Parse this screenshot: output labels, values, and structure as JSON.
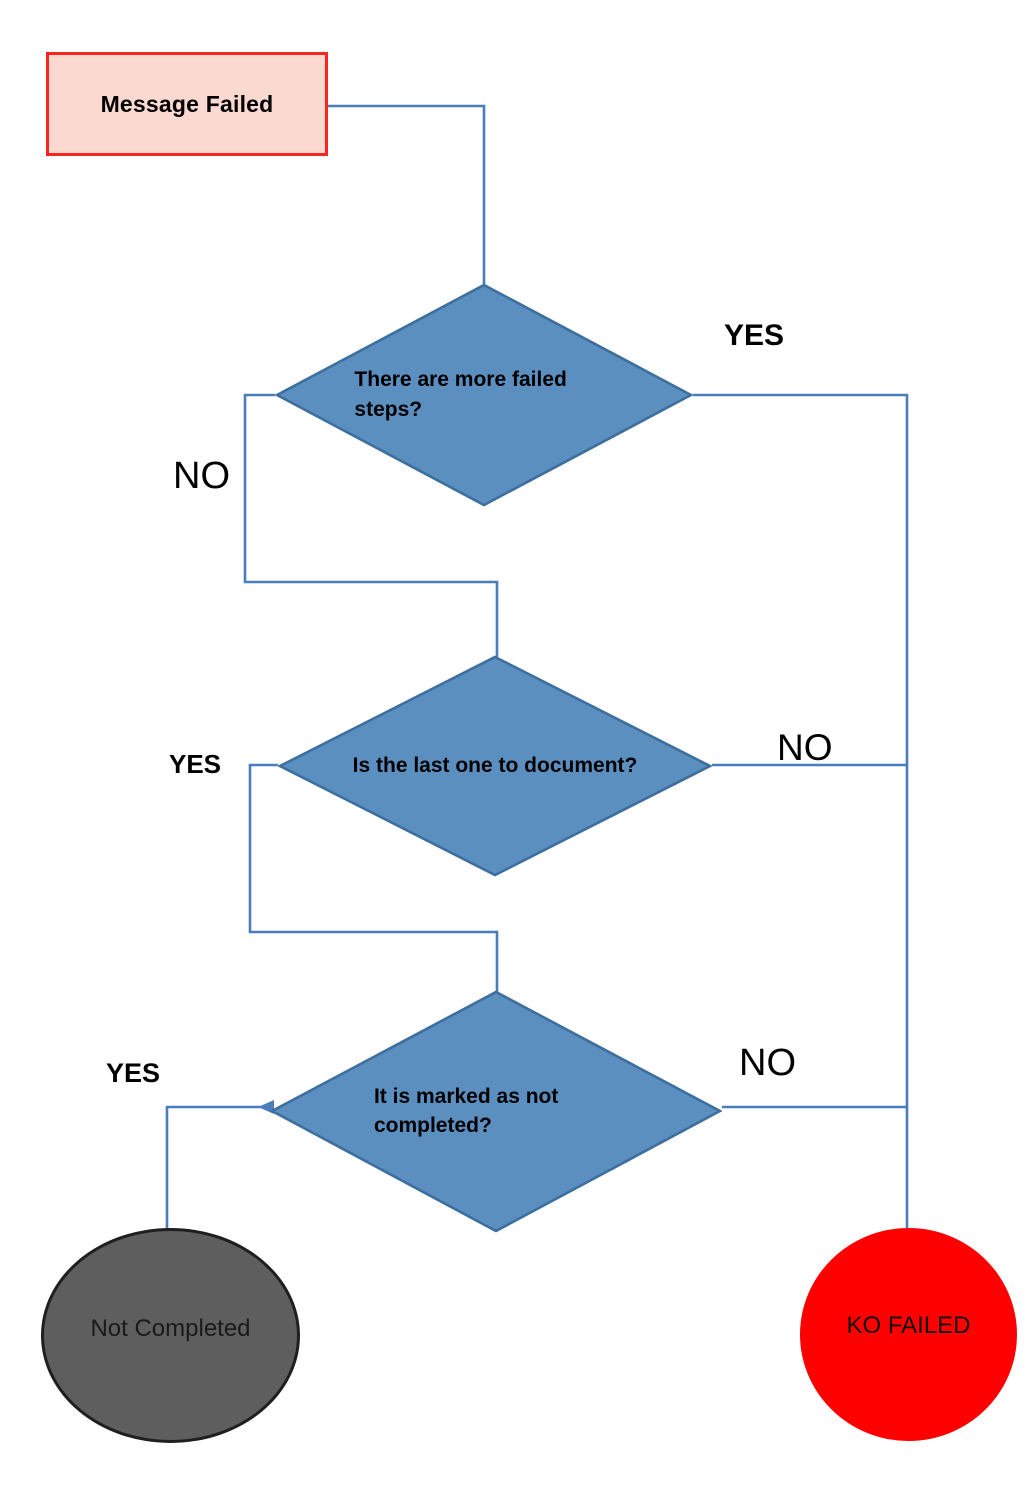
{
  "diagram": {
    "title_node": {
      "label": "Message Failed",
      "fill": "#fbd8d0",
      "stroke": "#f4281e"
    },
    "decisions": [
      {
        "id": "more-failed-steps",
        "label": "There are more failed steps?",
        "fill": "#5b8fc0"
      },
      {
        "id": "last-one-to-document",
        "label": "Is the last one to document?",
        "fill": "#5b8fc0"
      },
      {
        "id": "marked-not-completed",
        "label": "It is marked as not completed?",
        "fill": "#5b8fc0"
      }
    ],
    "terminators": [
      {
        "id": "not-completed",
        "label": "Not Completed",
        "fill": "#5e5e5e"
      },
      {
        "id": "ko-failed",
        "label": "KO FAILED",
        "fill": "#fe0000"
      }
    ],
    "branch_labels": {
      "d1_yes": "YES",
      "d1_no": "NO",
      "d2_yes": "YES",
      "d2_no": "NO",
      "d3_yes": "YES",
      "d3_no": "NO"
    },
    "connector_color": "#4a7ebb"
  }
}
